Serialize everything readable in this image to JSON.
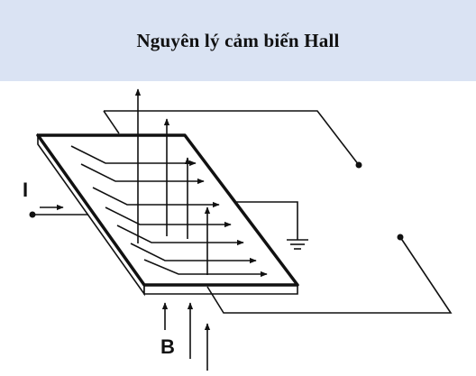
{
  "title": "Nguyên lý cảm biến Hall",
  "labels": {
    "current": "I",
    "field": "B"
  }
}
